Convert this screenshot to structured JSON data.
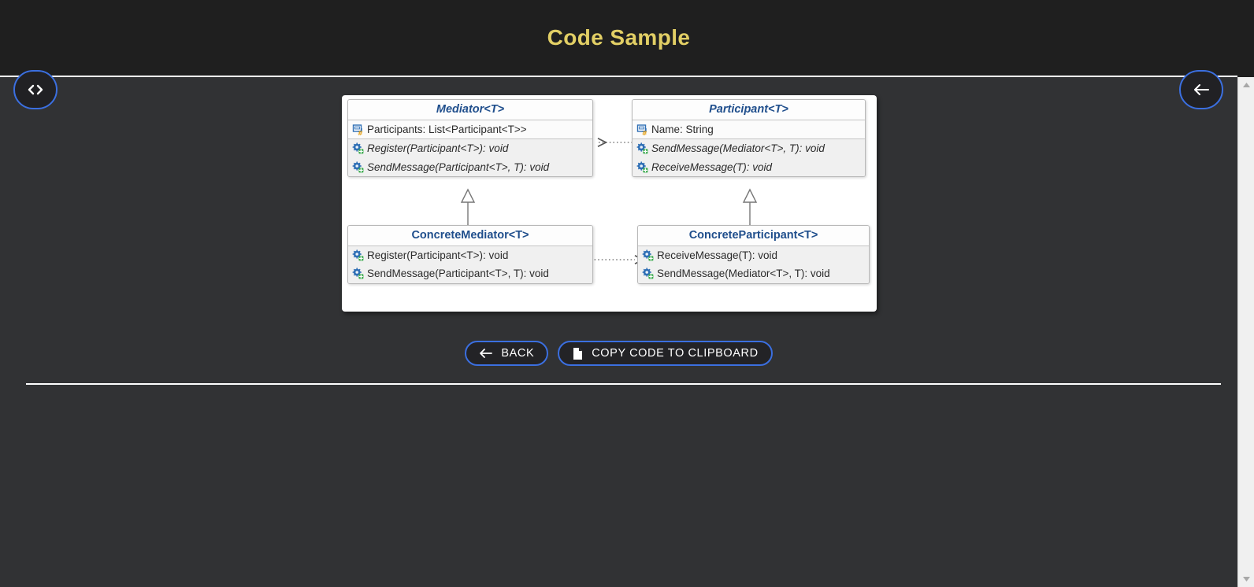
{
  "header": {
    "title": "Code Sample"
  },
  "nav": {
    "code_button": {
      "icon": "code-brackets-icon",
      "label": "<>"
    },
    "back_button": {
      "icon": "arrow-left-icon",
      "label": "←"
    }
  },
  "diagram": {
    "type": "uml-class-diagram",
    "pattern": "Mediator",
    "classes": [
      {
        "name": "Mediator<T>",
        "abstract": true,
        "fields": [
          {
            "icon": "property-icon",
            "text": "Participants: List<Participant<T>>"
          }
        ],
        "methods": [
          {
            "icon": "method-icon",
            "text": "Register(Participant<T>): void"
          },
          {
            "icon": "method-icon",
            "text": "SendMessage(Participant<T>, T): void"
          }
        ]
      },
      {
        "name": "Participant<T>",
        "abstract": true,
        "fields": [
          {
            "icon": "property-icon",
            "text": "Name: String"
          }
        ],
        "methods": [
          {
            "icon": "method-icon",
            "text": "SendMessage(Mediator<T>, T): void"
          },
          {
            "icon": "method-icon",
            "text": "ReceiveMessage(T): void"
          }
        ]
      },
      {
        "name": "ConcreteMediator<T>",
        "abstract": false,
        "fields": [],
        "methods": [
          {
            "icon": "method-icon",
            "text": "Register(Participant<T>): void"
          },
          {
            "icon": "method-icon",
            "text": "SendMessage(Participant<T>, T): void"
          }
        ]
      },
      {
        "name": "ConcreteParticipant<T>",
        "abstract": false,
        "fields": [],
        "methods": [
          {
            "icon": "method-icon",
            "text": "ReceiveMessage(T): void"
          },
          {
            "icon": "method-icon",
            "text": "SendMessage(Mediator<T>, T): void"
          }
        ]
      }
    ],
    "relations": [
      {
        "from": "Participant<T>",
        "to": "Mediator<T>",
        "style": "dotted",
        "arrow": "open",
        "direction": "left"
      },
      {
        "from": "ConcreteMediator<T>",
        "to": "Mediator<T>",
        "style": "solid",
        "arrow": "hollow-triangle",
        "direction": "up"
      },
      {
        "from": "ConcreteParticipant<T>",
        "to": "Participant<T>",
        "style": "solid",
        "arrow": "hollow-triangle",
        "direction": "up"
      },
      {
        "from": "ConcreteMediator<T>",
        "to": "ConcreteParticipant<T>",
        "style": "dotted",
        "arrow": "open",
        "direction": "right"
      }
    ]
  },
  "actions": {
    "back": {
      "icon": "arrow-left-icon",
      "label": "BACK"
    },
    "copy": {
      "icon": "document-copy-icon",
      "label": "COPY CODE TO CLIPBOARD"
    }
  },
  "colors": {
    "header_bg": "#1f1f1f",
    "body_bg": "#313234",
    "title": "#e2cf65",
    "accent_border": "#3b6fe0",
    "uml_title": "#1f4e8c"
  }
}
